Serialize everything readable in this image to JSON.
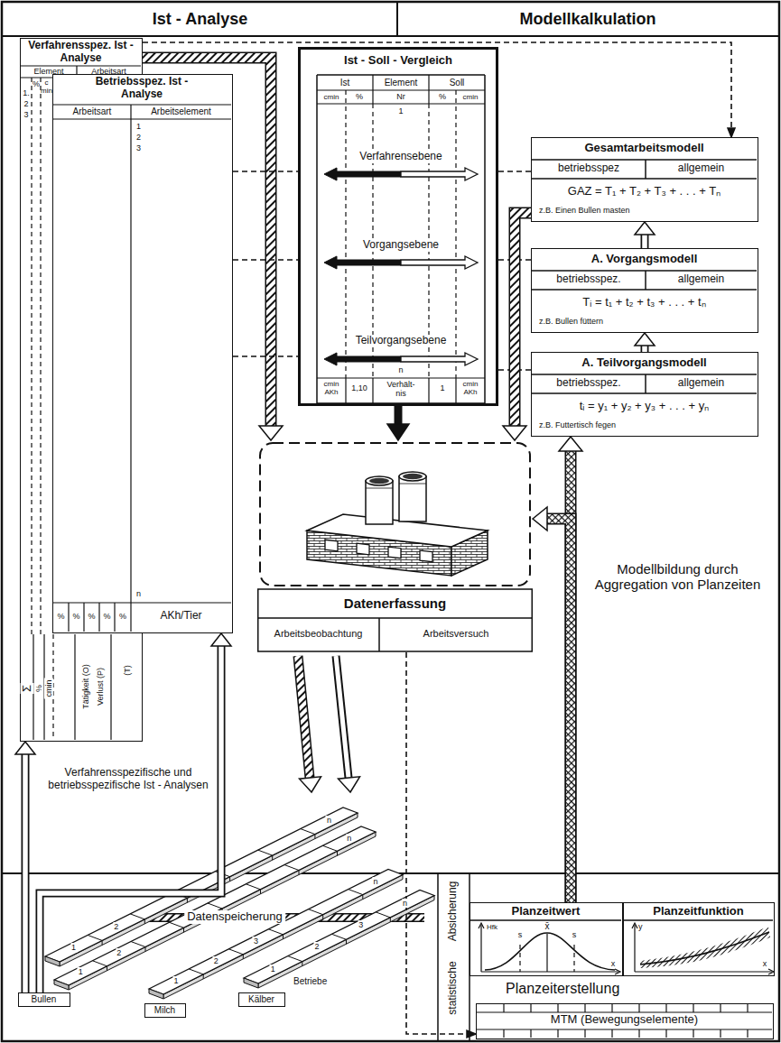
{
  "diagram": {
    "nodes": [
      {
        "text": [
          "Ist - Analyse"
        ]
      },
      {
        "text": [
          "Modellkalkulation"
        ]
      },
      {
        "text": [
          "Verfahrensspez. Ist - Analyse",
          "Element",
          "Arbeitsart",
          "1.",
          "2",
          "3",
          "%",
          "c min",
          "Σ",
          "%",
          "cmin",
          "Tätigkeit (O)",
          "Verlust (P)",
          "(T)"
        ]
      },
      {
        "text": [
          "Betriebsspez. Ist - Analyse",
          "Arbeitsart",
          "Arbeitselement",
          "1",
          "2",
          "3",
          "n",
          "%",
          "%",
          "%",
          "%",
          "%",
          "AKh/Tier"
        ]
      },
      {
        "text": [
          "Ist - Soll - Vergleich",
          "Ist",
          "Element",
          "Soll",
          "cmin",
          "%",
          "Nr",
          "%",
          "cmin",
          "1",
          "Verfahrensebene",
          "Vorgangsebene",
          "Teilvorgangsebene",
          "n",
          "cmin AKh",
          "1,10",
          "Verhält- nis",
          "1",
          "cmin AKh"
        ]
      },
      {
        "text": [
          "Gesamtarbeitsmodell",
          "betriebsspez",
          "allgemein",
          "GAZ = T₁ + T₂ + T₃ + . . . + Tₙ",
          "z.B. Einen Bullen masten"
        ]
      },
      {
        "text": [
          "A. Vorgangsmodell",
          "betriebsspez.",
          "allgemein",
          "Tᵢ = t₁ + t₂ + t₃ + . . . + tₙ",
          "z.B. Bullen füttern"
        ]
      },
      {
        "text": [
          "A. Teilvorgangsmodell",
          "betriebsspez.",
          "allgemein",
          "tᵢ = y₁ + y₂ + y₃ + . . . + yₙ",
          "z.B. Futtertisch fegen"
        ]
      },
      {
        "text": [
          "Datenerfassung"
        ]
      },
      {
        "text": [
          "Arbeitsbeobachtung"
        ],
        "in": 8
      },
      {
        "text": [
          "Arbeitsversuch"
        ],
        "in": 8
      },
      {
        "text": [
          "Planzeitwert",
          "Hfk",
          "s",
          "x̄",
          "s",
          "x"
        ]
      },
      {
        "text": [
          "Planzeitfunktion",
          "y",
          "x"
        ]
      },
      {
        "text": [
          "MTM (Bewegungselemente)"
        ]
      },
      {
        "text": [
          "Bullen"
        ]
      },
      {
        "text": [
          "Milch"
        ]
      },
      {
        "text": [
          "Kälber"
        ]
      }
    ],
    "edges": [
      {
        "from": 2,
        "to": 8,
        "arrow": "to"
      },
      {
        "from": 2,
        "to": 5,
        "arrow": "to"
      },
      {
        "from": 3,
        "to": 4,
        "arrow": "none"
      },
      {
        "from": 3,
        "to": 4,
        "arrow": "none"
      },
      {
        "from": 3,
        "to": 4,
        "arrow": "none"
      },
      {
        "from": 4,
        "to": 5,
        "arrow": "none"
      },
      {
        "from": 4,
        "to": 6,
        "arrow": "none"
      },
      {
        "from": 4,
        "to": 7,
        "arrow": "none"
      },
      {
        "from": 4,
        "to": 8,
        "arrow": "to"
      },
      {
        "from": 5,
        "to": 8,
        "arrow": "to"
      },
      {
        "from": 7,
        "to": 6,
        "arrow": "to"
      },
      {
        "from": 6,
        "to": 5,
        "arrow": "to"
      },
      {
        "from": 11,
        "to": 7,
        "arrow": "to"
      },
      {
        "from": 11,
        "to": 8,
        "arrow": "to"
      },
      {
        "from": 10,
        "to": 13,
        "arrow": "to"
      },
      {
        "from": 14,
        "to": 2,
        "arrow": "to"
      },
      {
        "from": 14,
        "to": 3,
        "arrow": "to"
      }
    ],
    "labels": [
      "Verfahrensspezifische und betriebsspezifische Ist - Analysen",
      "Modellbildung durch Aggregation von Planzeiten",
      "Datenspeicherung",
      "Planzeiterstellung",
      "Absicherung",
      "statistische",
      "Betriebe",
      "1",
      "2",
      "n",
      "1",
      "2",
      "n",
      "1",
      "2",
      "3",
      "n",
      "1",
      "2",
      "3",
      "n"
    ]
  }
}
